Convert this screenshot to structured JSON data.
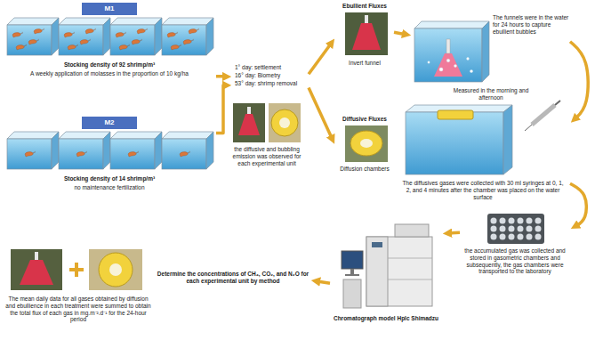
{
  "diagram": {
    "nodes": [
      {
        "text": [
          "Stocking density of 92 shrimp/m³",
          "A weekly application of molasses in the proportion of 10 kg/ha"
        ]
      },
      {
        "text": [
          "M1"
        ],
        "in": 0
      },
      {
        "text": [
          "Stocking density of 14 shrimp/m³",
          "no maintenance fertilization"
        ]
      },
      {
        "text": [
          "M2"
        ],
        "in": 2
      },
      {
        "text": [
          "1° day: settlement",
          "16° day: Biometry",
          "53° day: shrimp removal"
        ]
      },
      {
        "text": [
          "the diffusive and bubbling emission was observed for each experimental unit"
        ]
      },
      {
        "text": [
          "Ebullient Fluxes",
          "Invert funnel"
        ]
      },
      {
        "text": [
          "The funnels were in the water for 24 hours to capture ebullient bubbles"
        ]
      },
      {
        "text": [
          "Diffusive Fluxes",
          "Diffusion chambers"
        ]
      },
      {
        "text": [
          "Measured in the morning and afternoon",
          "The diffusives gases were collected with 30 ml syringes at 0, 1, 2, and 4 minutes after the chamber was placed on the water surface"
        ]
      },
      {
        "text": [
          "the accumulated gas was collected and stored in gasometric chambers and subsequently, the gas chambers were transported to the laboratory"
        ]
      },
      {
        "text": [
          "Chromatograph model Hplc Shimadzu"
        ]
      },
      {
        "text": [
          "Determine the concentrations of CH₄, CO₂, and N₂O for each experimental unit by method"
        ]
      },
      {
        "text": [
          "The mean daily data for all gases obtained by diffusion and ebullience in each treatment were summed to obtain the total flux of each gas in mg.m⁻².d⁻¹ for the 24-hour period"
        ]
      }
    ],
    "edges": [
      {
        "from": 0,
        "to": 4,
        "arrow": "to"
      },
      {
        "from": 2,
        "to": 4,
        "arrow": "to"
      },
      {
        "from": 4,
        "to": 6,
        "arrow": "to"
      },
      {
        "from": 4,
        "to": 8,
        "arrow": "to"
      },
      {
        "from": 6,
        "to": 7,
        "arrow": "to"
      },
      {
        "from": 7,
        "to": 9,
        "arrow": "to"
      },
      {
        "from": 9,
        "to": 10,
        "arrow": "to"
      },
      {
        "from": 10,
        "to": 11,
        "arrow": "to"
      },
      {
        "from": 11,
        "to": 12,
        "arrow": "to"
      }
    ]
  }
}
